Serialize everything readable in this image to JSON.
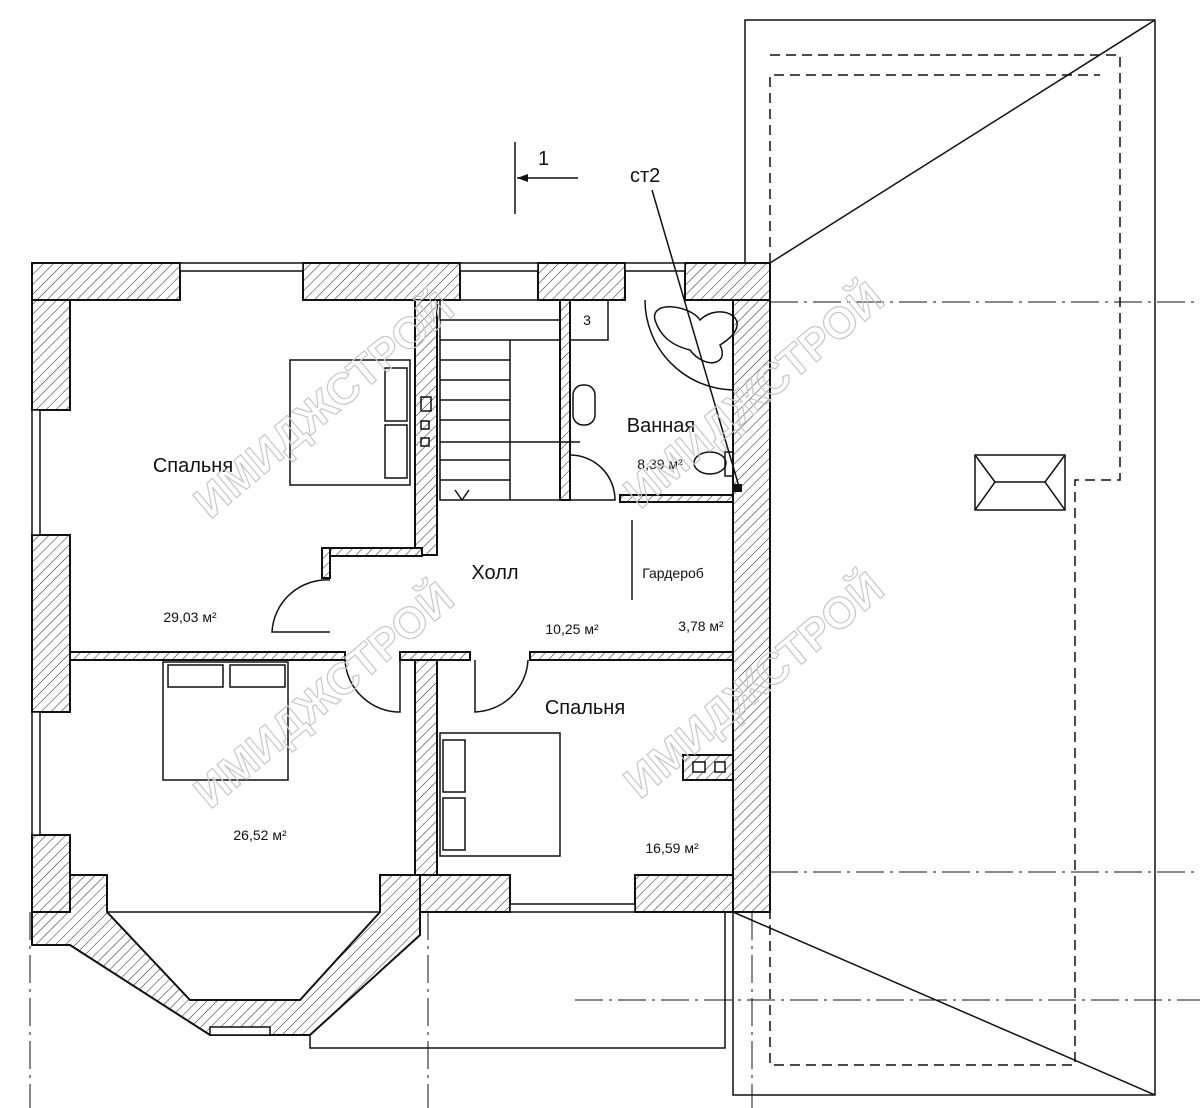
{
  "title": "Floor plan - second floor",
  "watermark": "ИМИДЖСТРОЙ",
  "section_mark": "1",
  "riser_mark": "ст2",
  "appliance_mark": "3",
  "rooms": [
    {
      "name": "Спальня",
      "area": "29,03 м²"
    },
    {
      "name": "Холл",
      "area": "10,25 м²"
    },
    {
      "name": "Ванная",
      "area": "8,39 м²"
    },
    {
      "name": "Гардероб",
      "area": "3,78 м²"
    },
    {
      "name": "Спальня",
      "area": "16,59 м²"
    },
    {
      "name": "",
      "area": "26,52 м²"
    }
  ]
}
